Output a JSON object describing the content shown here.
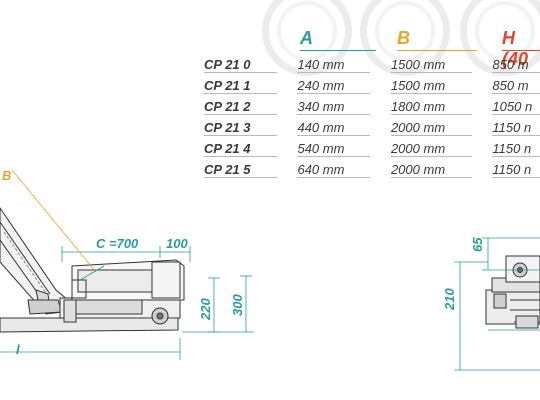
{
  "table": {
    "headers": [
      {
        "label": "A",
        "color": "#2a9b9b"
      },
      {
        "label": "B",
        "color": "#e8a52a"
      },
      {
        "label": "H (40",
        "color": "#e0432b"
      }
    ],
    "rows": [
      {
        "model": "CP 21 0",
        "a": "140 mm",
        "b": "1500 mm",
        "h": "850 m"
      },
      {
        "model": "CP 21 1",
        "a": "240 mm",
        "b": "1500 mm",
        "h": "850 m"
      },
      {
        "model": "CP 21 2",
        "a": "340 mm",
        "b": "1800 mm",
        "h": "1050 n"
      },
      {
        "model": "CP 21 3",
        "a": "440 mm",
        "b": "2000 mm",
        "h": "1150 n"
      },
      {
        "model": "CP 21 4",
        "a": "540 mm",
        "b": "2000 mm",
        "h": "1150 n"
      },
      {
        "model": "CP 21 5",
        "a": "640 mm",
        "b": "2000 mm",
        "h": "1150 n"
      }
    ]
  },
  "drawing": {
    "label_b": "B",
    "label_c": "C =700",
    "label_100": "100",
    "label_220": "220",
    "label_300": "300",
    "label_l": "l",
    "label_65": "65",
    "label_210": "210",
    "dim_color": "#2a9b9b",
    "b_color": "#e8a52a"
  }
}
